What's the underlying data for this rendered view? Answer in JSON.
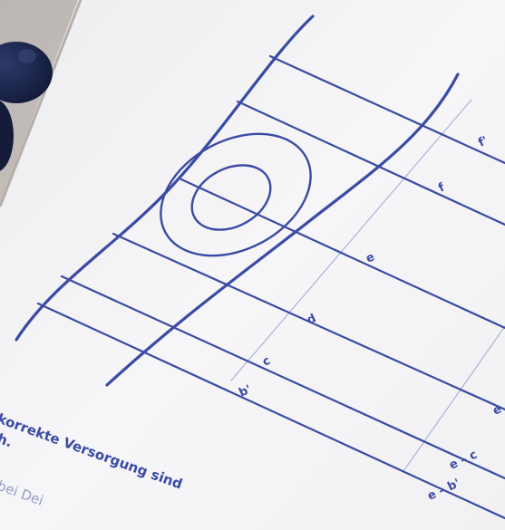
{
  "photo": {
    "ink_color": "#3b4aa3",
    "paper_color": "#f4f4f7",
    "background_color": "#c9c3bf",
    "object_color": "#1d2a52",
    "object": "marker-pen"
  },
  "diagram": {
    "labels": {
      "f_prime": "f'",
      "f": "f",
      "e": "e",
      "d": "d",
      "c": "c",
      "b_prime": "b'",
      "e_minus_c": "e – c",
      "e_minus_b_prime": "e – b'",
      "e_edge": "e"
    }
  },
  "footer": {
    "line1": "korrekte Versorgung sind",
    "line2": "h.",
    "line3": "bei Dei"
  }
}
